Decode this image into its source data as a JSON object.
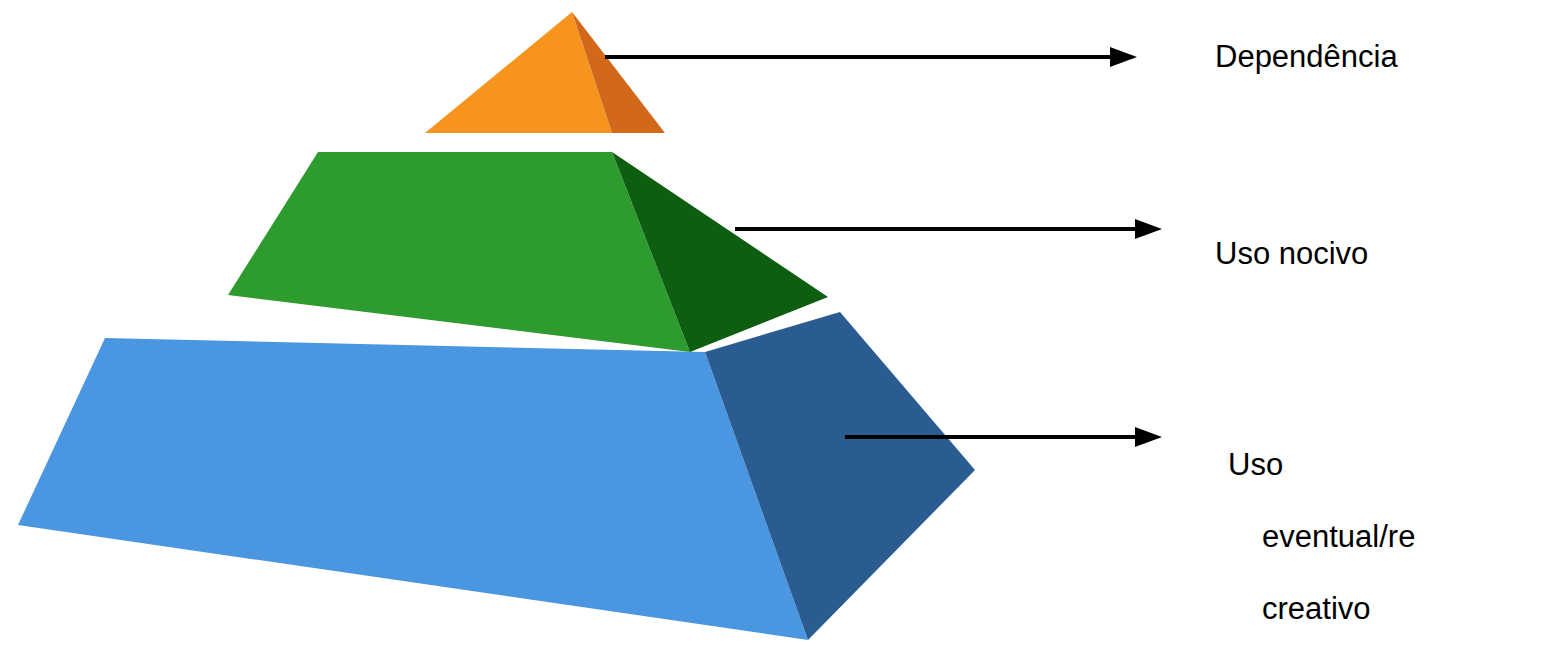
{
  "diagram": {
    "labels": [
      "Dependência",
      "Uso nocivo",
      "Uso eventual/re creativo"
    ]
  }
}
